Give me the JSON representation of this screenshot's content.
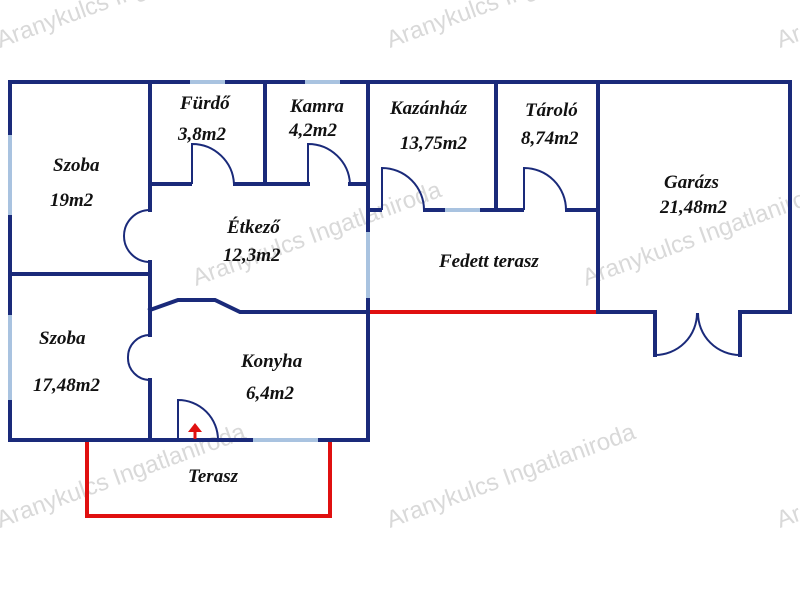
{
  "watermark": "Aranykulcs Ingatlaniroda",
  "colors": {
    "wall": "#1a2a7a",
    "window": "#a9c3e0",
    "open_edge": "#e01010",
    "entrance_arrow": "#e01010"
  },
  "rooms": {
    "szoba_1": {
      "name": "Szoba",
      "area": "19m2"
    },
    "szoba_2": {
      "name": "Szoba",
      "area": "17,48m2"
    },
    "furdo": {
      "name": "Fürdő",
      "area": "3,8m2"
    },
    "kamra": {
      "name": "Kamra",
      "area": "4,2m2"
    },
    "etkezo": {
      "name": "Étkező",
      "area": "12,3m2"
    },
    "konyha": {
      "name": "Konyha",
      "area": "6,4m2"
    },
    "kazanhaz": {
      "name": "Kazánház",
      "area": "13,75m2"
    },
    "tarolo": {
      "name": "Tároló",
      "area": "8,74m2"
    },
    "fedett_terasz": {
      "name": "Fedett terasz"
    },
    "garazs": {
      "name": "Garázs",
      "area": "21,48m2"
    },
    "terasz": {
      "name": "Terasz"
    }
  }
}
